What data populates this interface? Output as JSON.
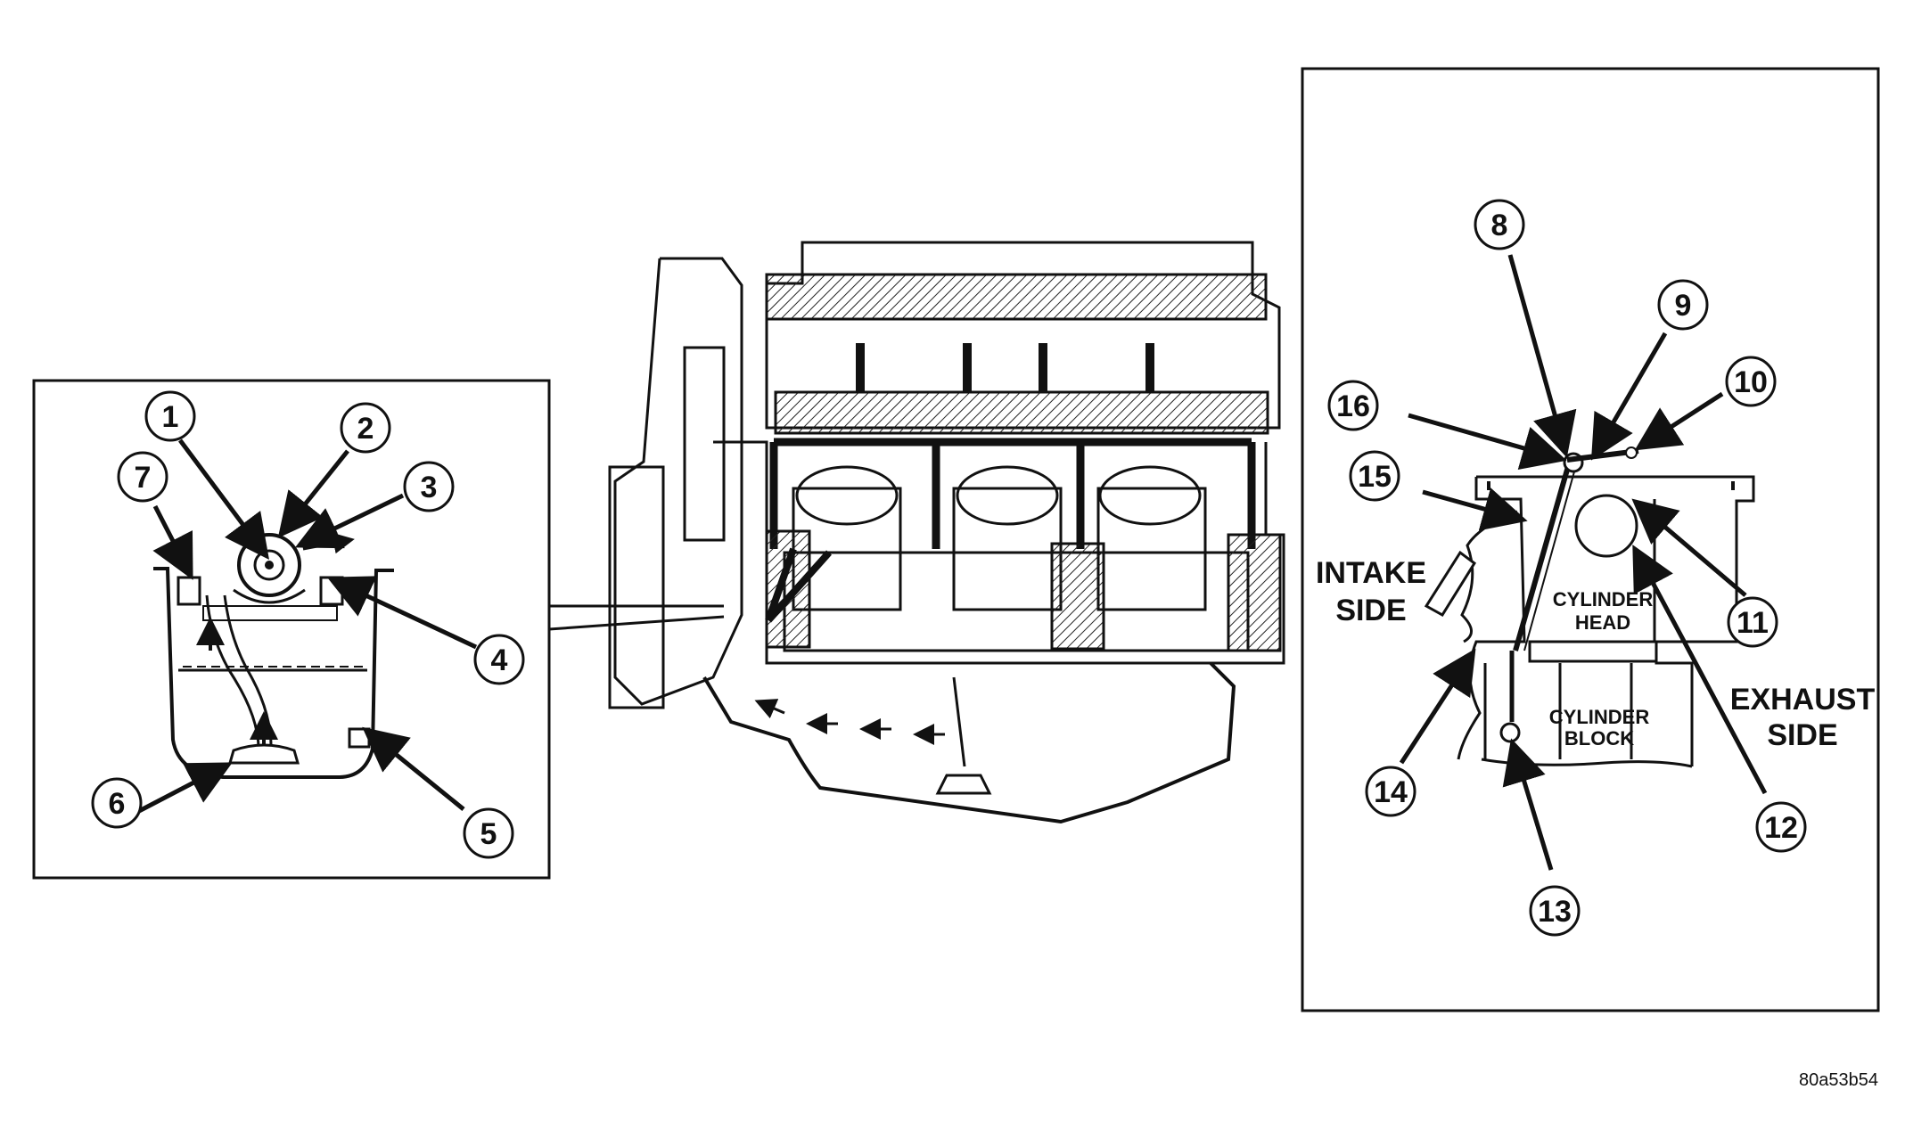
{
  "callouts": [
    "1",
    "2",
    "3",
    "4",
    "5",
    "6",
    "7",
    "8",
    "9",
    "10",
    "11",
    "12",
    "13",
    "14",
    "15",
    "16"
  ],
  "labels": {
    "intake_side": [
      "INTAKE",
      "SIDE"
    ],
    "exhaust_side": [
      "EXHAUST",
      "SIDE"
    ],
    "cylinder_head": [
      "CYLINDER",
      "HEAD"
    ],
    "cylinder_block": [
      "CYLINDER",
      "BLOCK"
    ]
  },
  "figure_code": "80a53b54"
}
